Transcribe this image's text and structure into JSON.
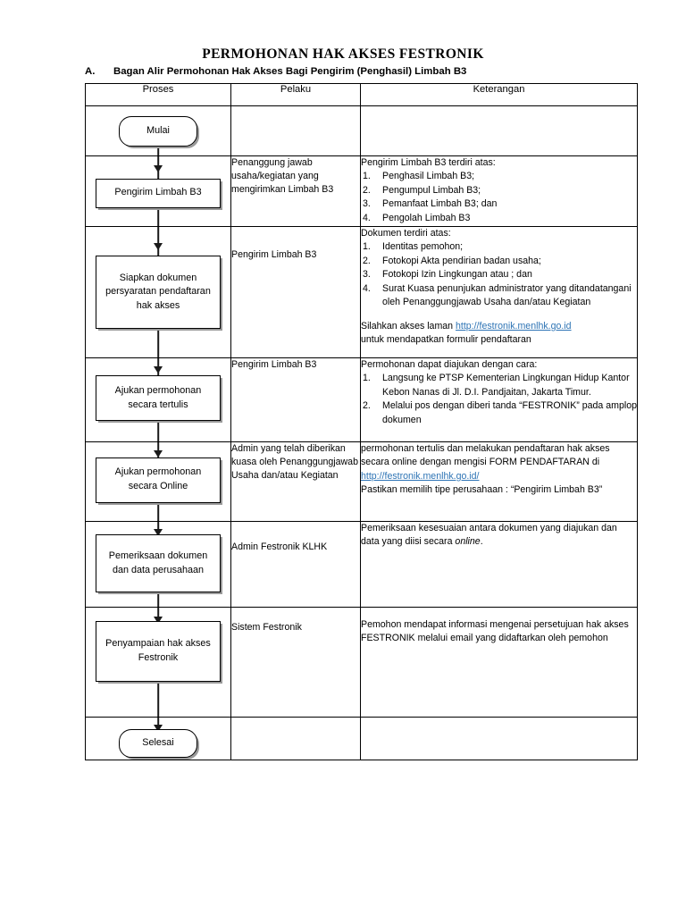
{
  "document": {
    "title": "PERMOHONAN HAK AKSES FESTRONIK",
    "section_letter": "A.",
    "section_title": "Bagan Alir Permohonan Hak Akses Bagi Pengirim (Penghasil) Limbah B3"
  },
  "link_color": "#2E74B5",
  "table": {
    "headers": [
      "Proses",
      "Pelaku",
      "Keterangan"
    ],
    "rows": [
      {
        "shape": "terminator",
        "process": "Mulai",
        "pelaku": "",
        "keterangan": {}
      },
      {
        "shape": "process",
        "process": "Pengirim Limbah B3",
        "pelaku": "Penanggung jawab usaha/kegiatan yang mengirimkan Limbah B3",
        "keterangan": {
          "intro": "Pengirim Limbah B3 terdiri atas:",
          "items": [
            "Penghasil Limbah B3;",
            "Pengumpul Limbah B3;",
            "Pemanfaat Limbah B3; dan",
            "Pengolah Limbah B3"
          ]
        }
      },
      {
        "shape": "process",
        "process": "Siapkan dokumen persyaratan pendaftaran hak akses",
        "pelaku": "Pengirim Limbah B3",
        "keterangan": {
          "intro": "Dokumen terdiri atas:",
          "items": [
            "Identitas pemohon;",
            "Fotokopi Akta pendirian badan usaha;",
            "Fotokopi Izin Lingkungan atau ; dan",
            "Surat Kuasa penunjukan administrator yang ditandatangani oleh Penanggungjawab Usaha dan/atau Kegiatan"
          ],
          "outro_before_link": "Silahkan akses laman ",
          "link_text": "http://festronik.menlhk.go.id",
          "outro_after_link": "untuk mendapatkan formulir pendaftaran"
        }
      },
      {
        "shape": "process",
        "process": "Ajukan permohonan secara tertulis",
        "pelaku": "Pengirim Limbah B3",
        "keterangan": {
          "intro": "Permohonan dapat diajukan dengan cara:",
          "items": [
            "Langsung ke PTSP Kementerian Lingkungan Hidup Kantor Kebon Nanas di Jl. D.I. Pandjaitan, Jakarta Timur.",
            "Melalui pos dengan diberi tanda “FESTRONIK” pada amplop dokumen"
          ]
        }
      },
      {
        "shape": "process",
        "process": "Ajukan permohonan secara Online",
        "pelaku": "Admin yang telah diberikan kuasa oleh Penanggungjawab Usaha dan/atau Kegiatan",
        "keterangan": {
          "text_before_link": "permohonan tertulis dan melakukan pendaftaran hak akses secara online dengan mengisi FORM PENDAFTARAN di ",
          "link_text": "http://festronik.menlhk.go.id/",
          "text_after_link": "Pastikan memilih tipe perusahaan : “Pengirim Limbah B3”"
        }
      },
      {
        "shape": "process",
        "process": "Pemeriksaan dokumen dan data perusahaan",
        "pelaku": "Admin Festronik KLHK",
        "keterangan": {
          "text_before_italic": "Pemeriksaan kesesuaian antara dokumen yang diajukan dan data yang diisi secara ",
          "italic_word": "online",
          "text_after_italic": "."
        }
      },
      {
        "shape": "process",
        "process": "Penyampaian hak akses  Festronik",
        "pelaku": "Sistem Festronik",
        "keterangan": {
          "text": "Pemohon mendapat informasi mengenai persetujuan hak akses FESTRONIK melalui email yang didaftarkan oleh pemohon"
        }
      },
      {
        "shape": "terminator",
        "process": "Selesai",
        "pelaku": "",
        "keterangan": {}
      }
    ]
  }
}
